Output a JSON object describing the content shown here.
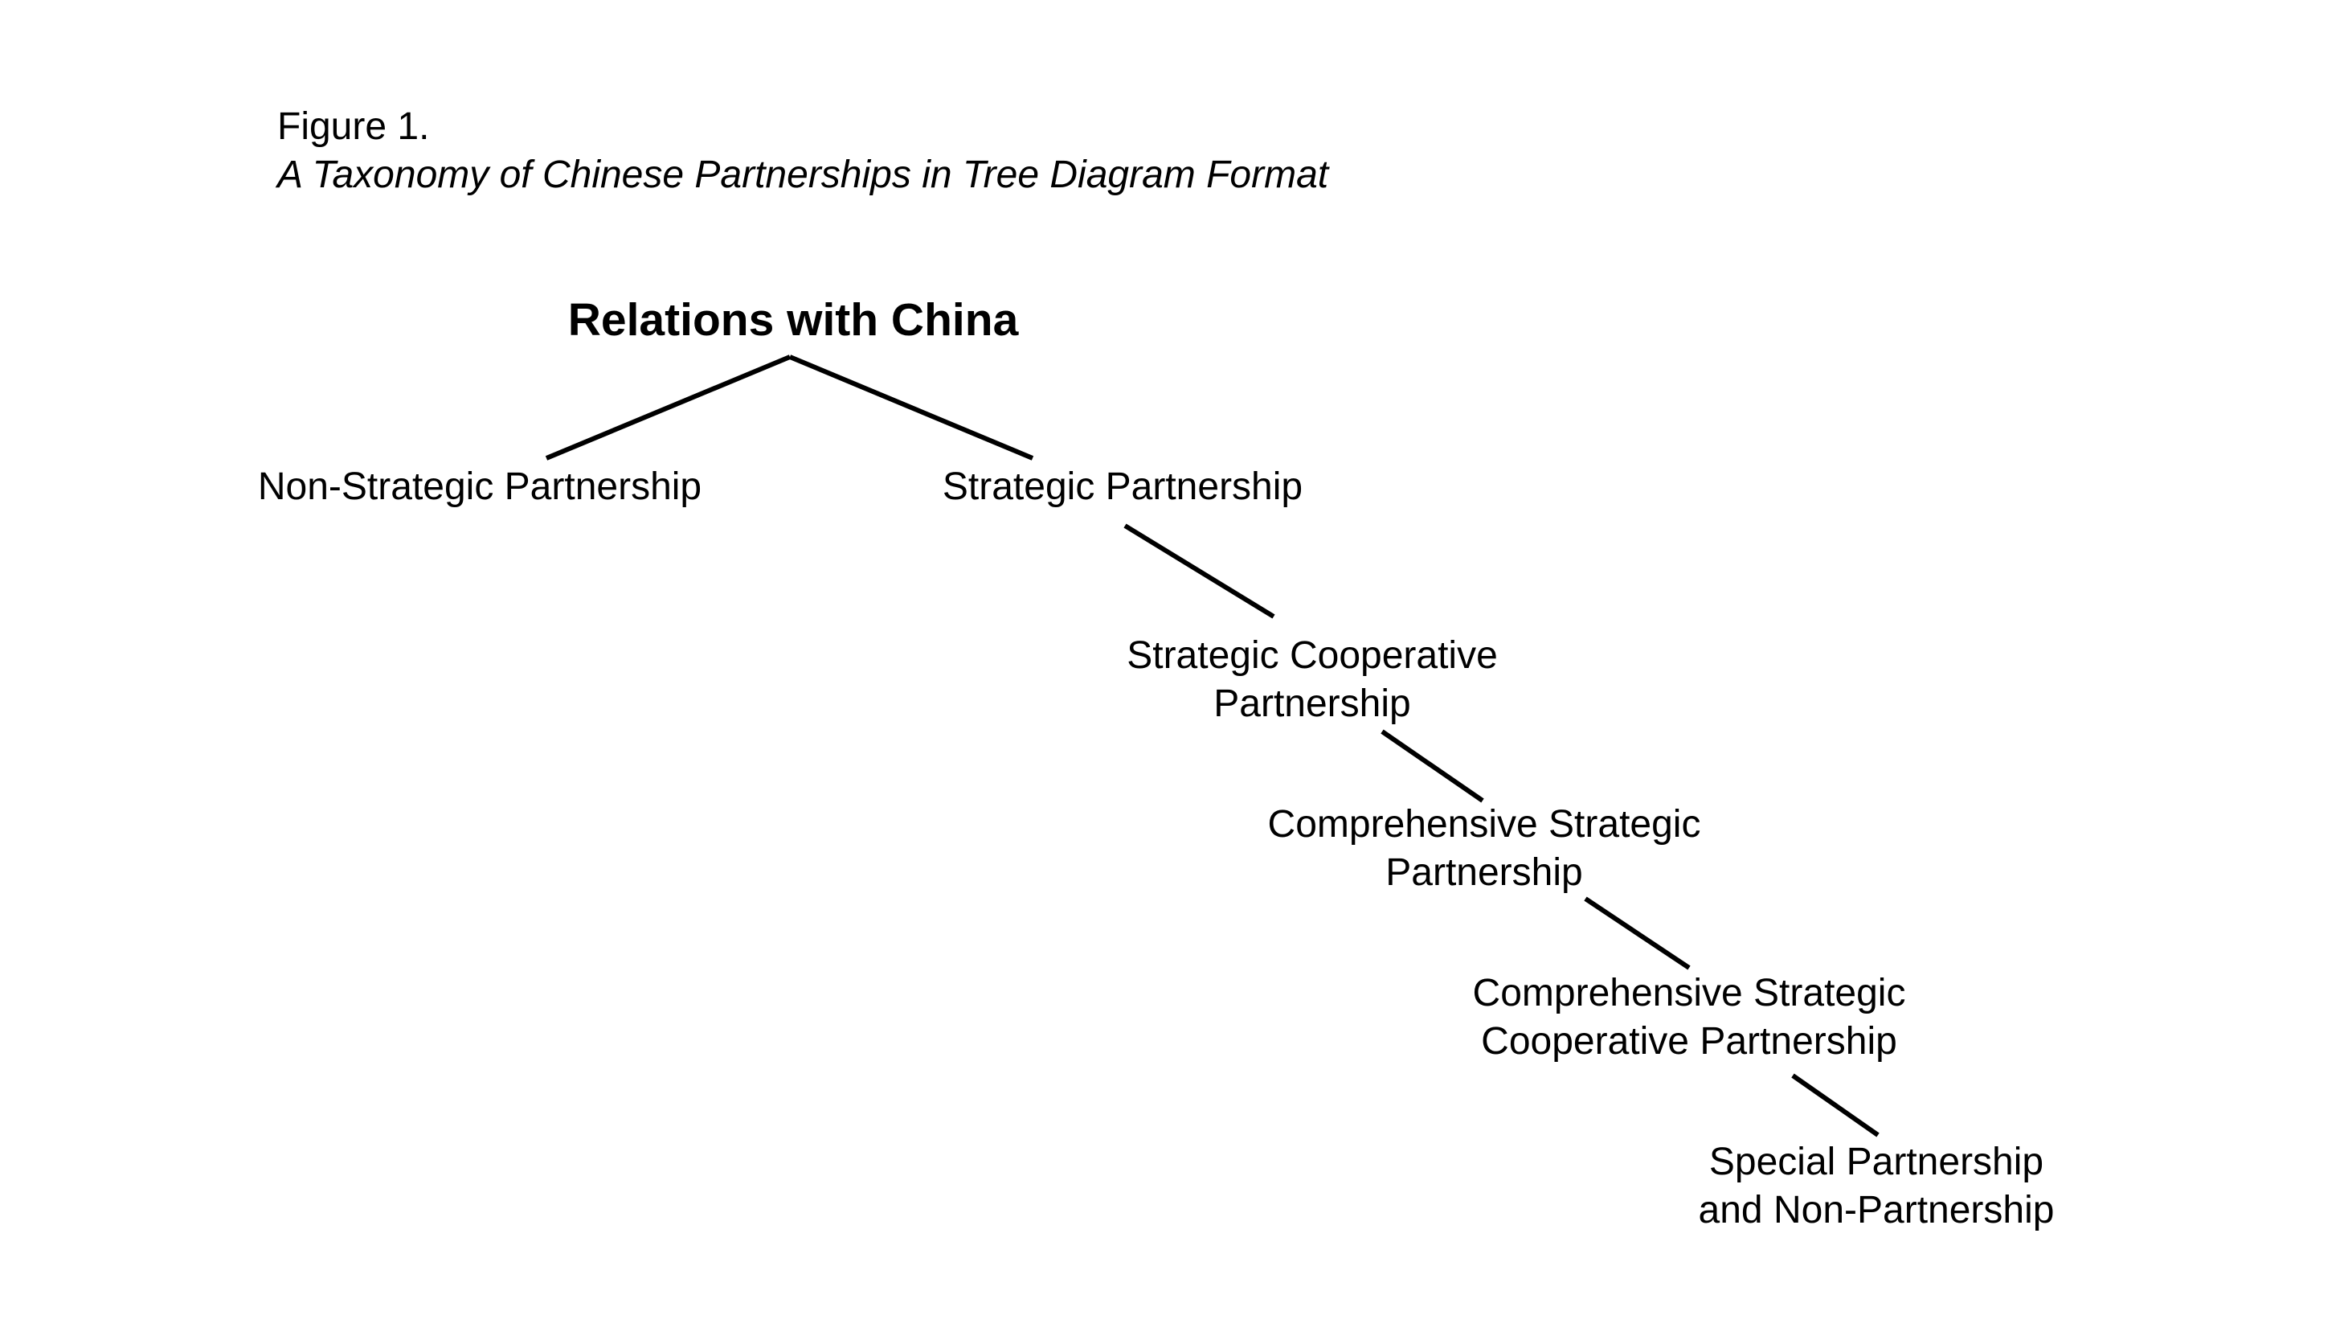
{
  "figure": {
    "label": "Figure 1.",
    "title": "A Taxonomy of Chinese Partnerships in Tree Diagram Format"
  },
  "tree": {
    "root": "Relations with China",
    "non_strategic": "Non-Strategic Partnership",
    "strategic": "Strategic Partnership",
    "strategic_cooperative": [
      "Strategic Cooperative",
      "Partnership"
    ],
    "comprehensive_strategic": [
      "Comprehensive Strategic",
      "Partnership"
    ],
    "comprehensive_strategic_cooperative": [
      "Comprehensive Strategic",
      "Cooperative Partnership"
    ],
    "special": [
      "Special Partnership",
      "and Non-Partnership"
    ]
  }
}
